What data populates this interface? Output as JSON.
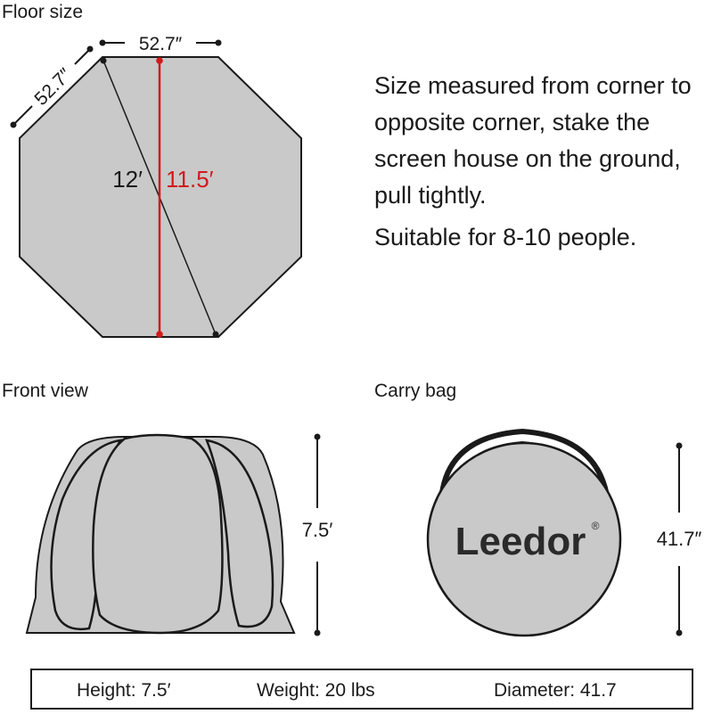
{
  "floor": {
    "title": "Floor size",
    "side_top": "52.7″",
    "side_diag": "52.7″",
    "corner_to_corner": "12′",
    "flat_to_flat": "11.5′"
  },
  "description": {
    "line1": "Size measured from corner to opposite corner, stake the screen house on the ground, pull tightly.",
    "line2": "Suitable for 8-10 people."
  },
  "front": {
    "title": "Front view",
    "height": "7.5′"
  },
  "bag": {
    "title": "Carry bag",
    "brand": "Leedor",
    "brand_mark": "®",
    "diameter": "41.7″"
  },
  "specs": {
    "height": "Height: 7.5′",
    "weight": "Weight: 20 lbs",
    "diameter": "Diameter: 41.7"
  },
  "colors": {
    "fill": "#c9c9c9",
    "stroke": "#1a1a1a",
    "accent_red": "#d21a1a"
  }
}
